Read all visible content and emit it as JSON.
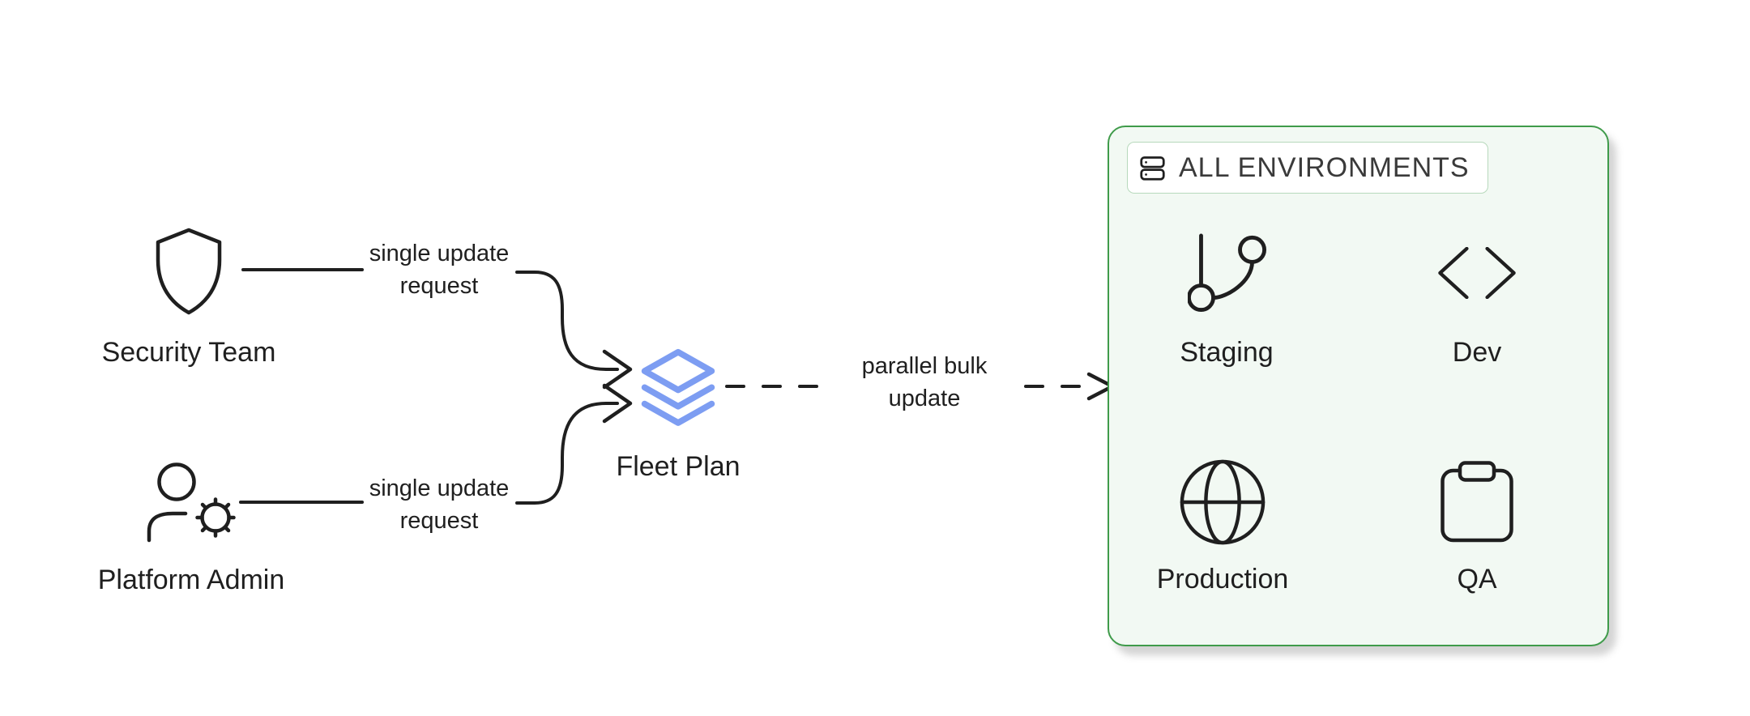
{
  "colors": {
    "stroke": "#1f1f1f",
    "fleet_blue": "#7d9df2",
    "panel_border_green": "#3f9b4a",
    "panel_fill_green": "#f2f9f3",
    "header_border_green": "#b7d9bc"
  },
  "actors": [
    {
      "id": "security-team",
      "label": "Security Team",
      "icon": "shield-icon"
    },
    {
      "id": "platform-admin",
      "label": "Platform Admin",
      "icon": "user-gear-icon"
    }
  ],
  "hub": {
    "label": "Fleet Plan",
    "icon": "layers-icon"
  },
  "edges": {
    "security_request": {
      "line1": "single update",
      "line2": "request",
      "style": "solid-curved-arrow"
    },
    "admin_request": {
      "line1": "single update",
      "line2": "request",
      "style": "solid-curved-arrow"
    },
    "bulk_update": {
      "line1": "parallel bulk",
      "line2": "update",
      "style": "dashed-arrow"
    }
  },
  "environments_panel": {
    "title": "ALL ENVIRONMENTS",
    "icon": "server-icon",
    "items": [
      {
        "label": "Staging",
        "icon": "git-branch-icon"
      },
      {
        "label": "Dev",
        "icon": "code-brackets-icon"
      },
      {
        "label": "Production",
        "icon": "globe-icon"
      },
      {
        "label": "QA",
        "icon": "clipboard-icon"
      }
    ]
  }
}
